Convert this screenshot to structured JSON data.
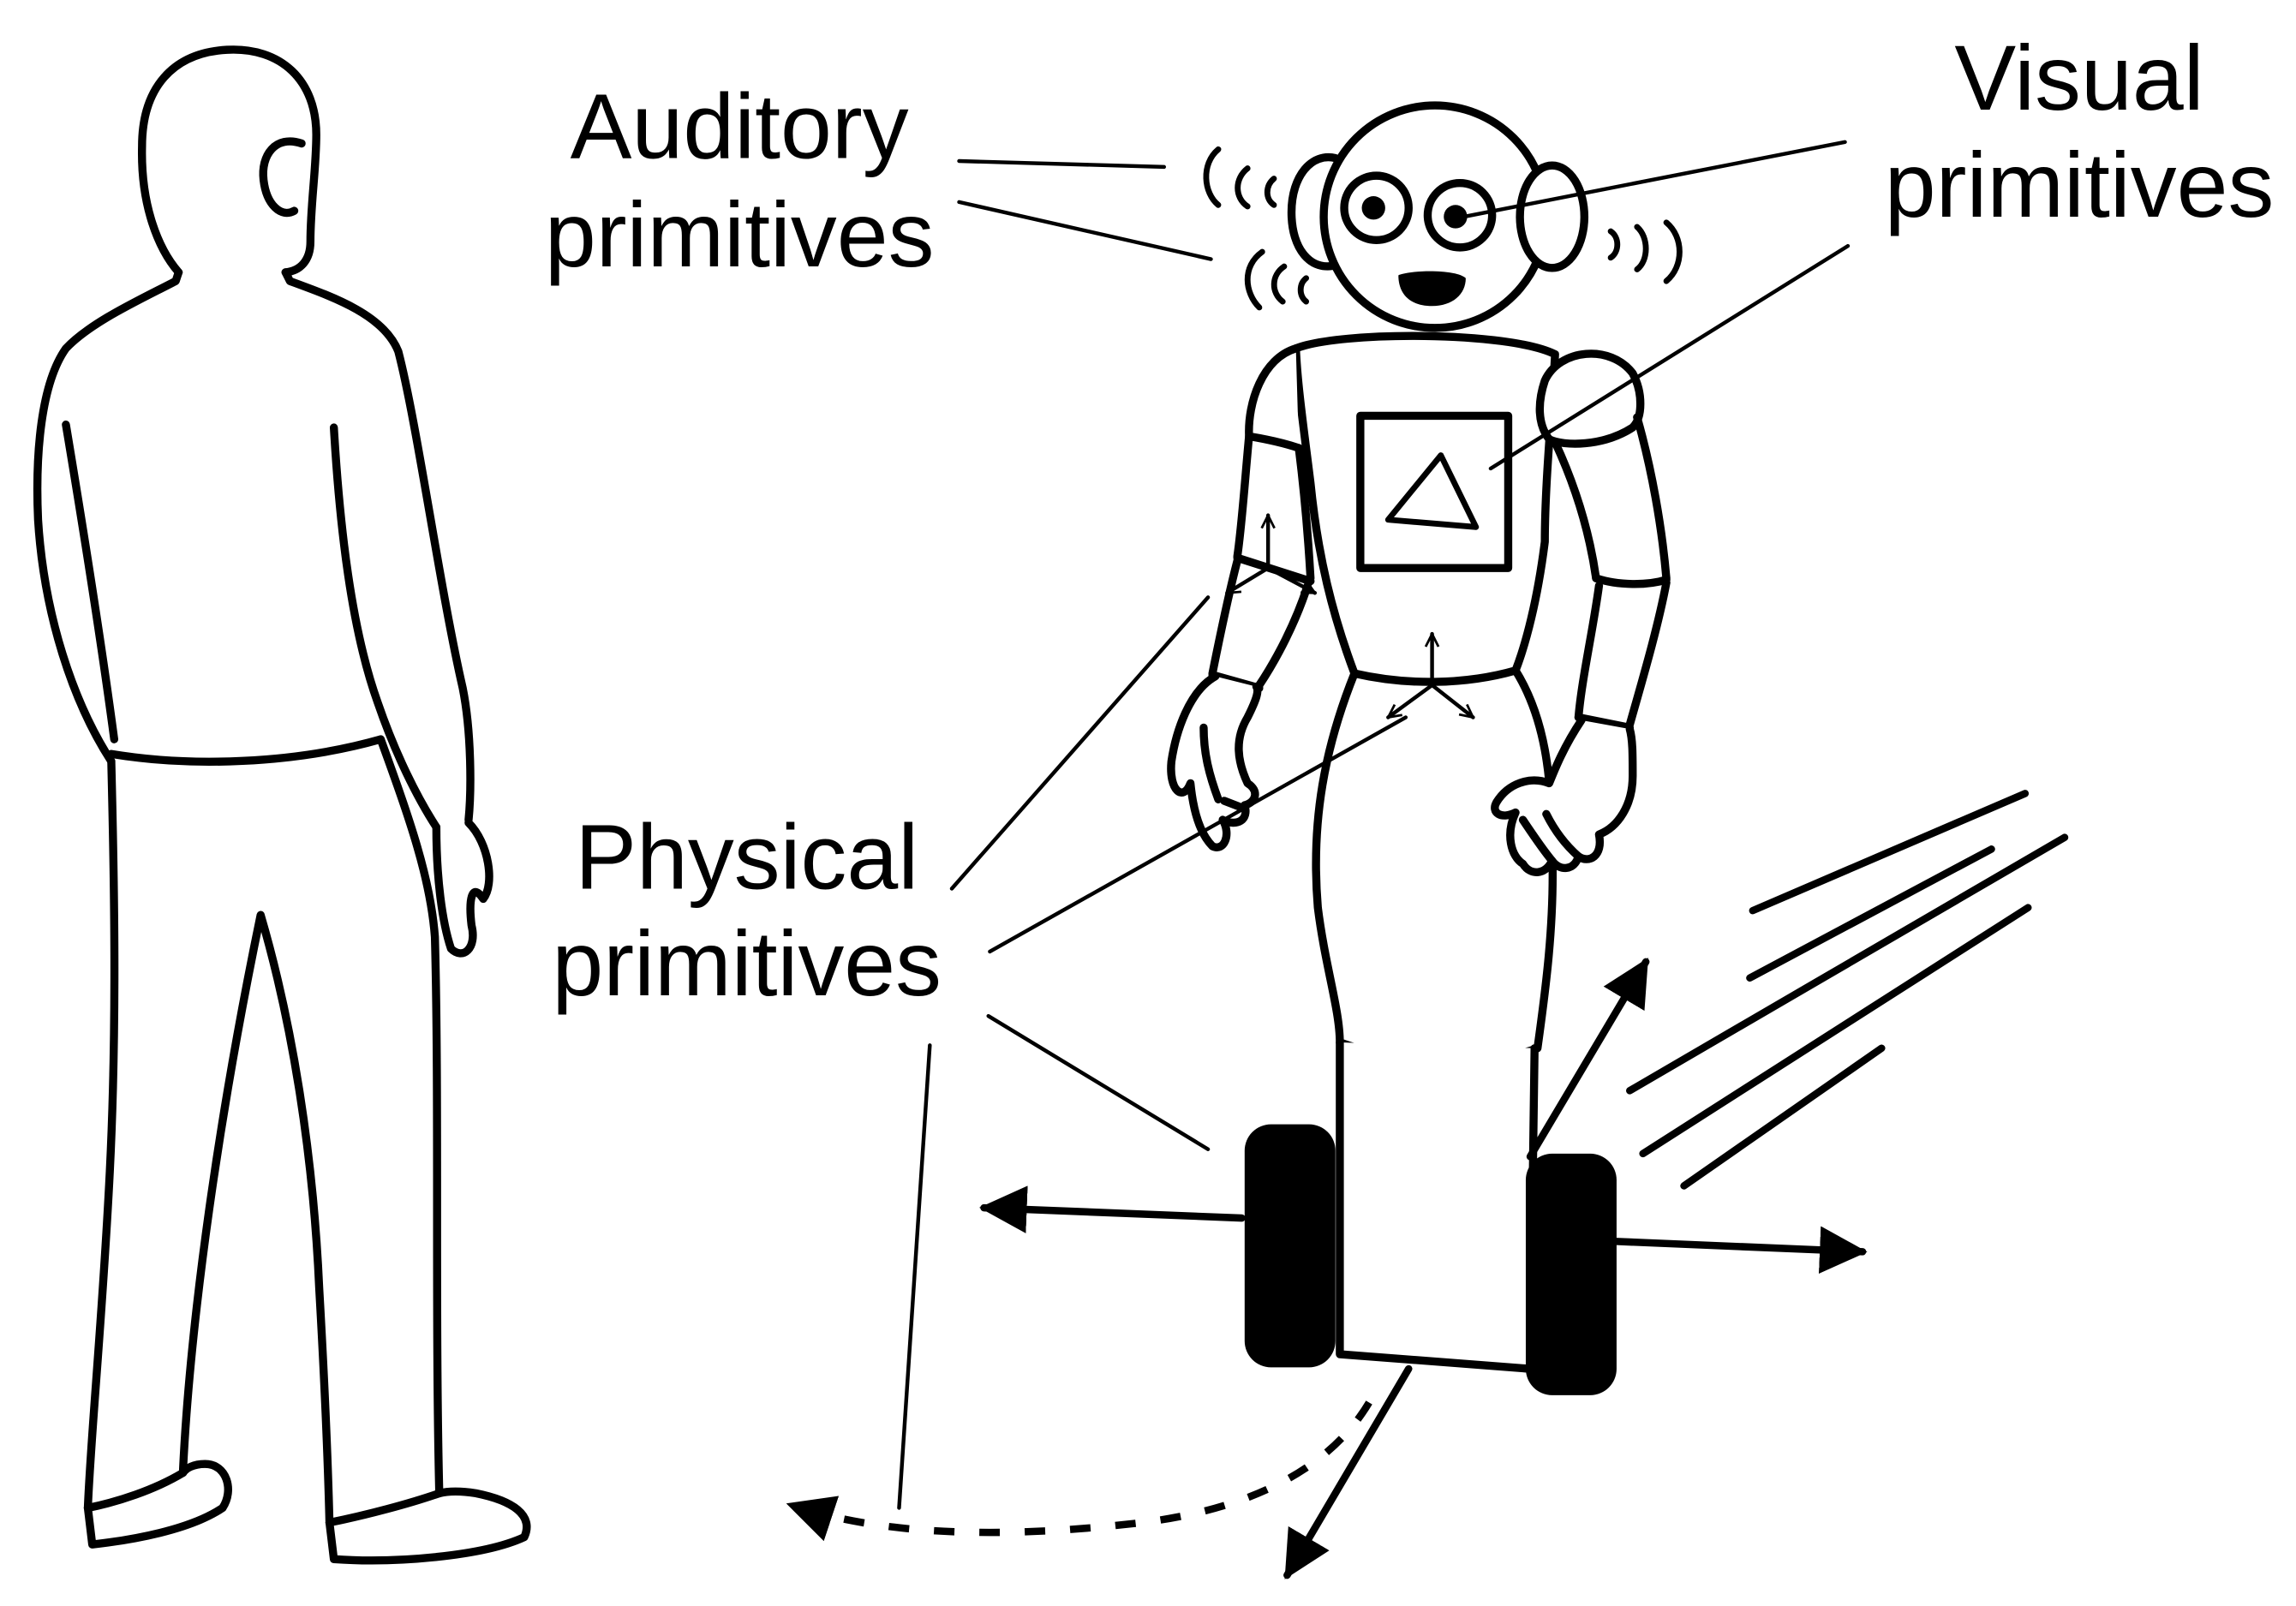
{
  "labels": {
    "auditory": [
      "Auditory",
      "primitives"
    ],
    "visual": [
      "Visual",
      "primitives"
    ],
    "physical": [
      "Physical",
      "primitives"
    ]
  },
  "colors": {
    "ink": "#000000",
    "background": "#ffffff"
  }
}
